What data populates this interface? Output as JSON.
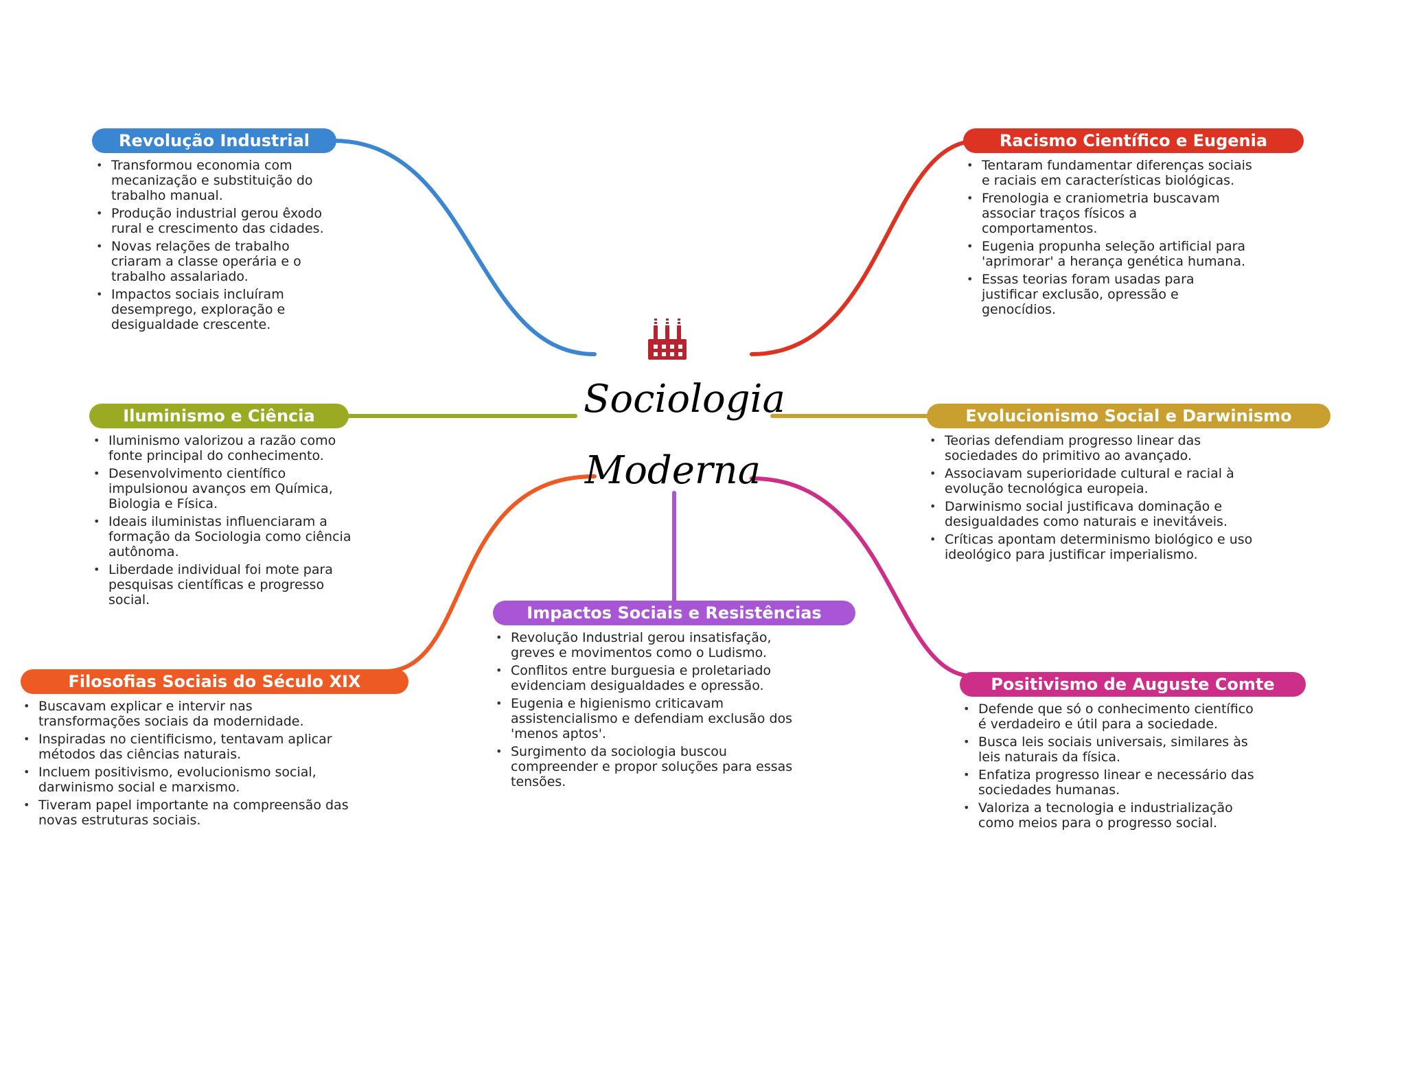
{
  "center": {
    "title_line1": "Sociologia",
    "title_line2": "Moderna",
    "icon": "factory-icon"
  },
  "colors": {
    "revolucao": "#3a86d0",
    "iluminismo": "#9aaa22",
    "filosofias": "#ee5a24",
    "impactos": "#a855d6",
    "racismo": "#dd3322",
    "evolucionismo": "#c9a030",
    "positivismo": "#cc2e88",
    "icon_red": "#b5242f"
  },
  "branches": {
    "revolucao": {
      "title": "Revolução Industrial",
      "items": [
        "Transformou economia com mecanização e substituição do trabalho manual.",
        "Produção industrial gerou êxodo rural e crescimento das cidades.",
        "Novas relações de trabalho criaram a classe operária e o trabalho assalariado.",
        "Impactos sociais incluíram desemprego, exploração e desigualdade crescente."
      ]
    },
    "iluminismo": {
      "title": "Iluminismo e Ciência",
      "items": [
        "Iluminismo valorizou a razão como fonte principal do conhecimento.",
        "Desenvolvimento científico impulsionou avanços em Química, Biologia e Física.",
        "Ideais iluministas influenciaram a formação da Sociologia como ciência autônoma.",
        "Liberdade individual foi mote para pesquisas científicas e progresso social."
      ]
    },
    "filosofias": {
      "title": "Filosofias Sociais do Século XIX",
      "items": [
        "Buscavam explicar e intervir nas transformações sociais da modernidade.",
        "Inspiradas no cientificismo, tentavam aplicar métodos das ciências naturais.",
        "Incluem positivismo, evolucionismo social, darwinismo social e marxismo.",
        "Tiveram papel importante na compreensão das novas estruturas sociais."
      ]
    },
    "impactos": {
      "title": "Impactos Sociais e Resistências",
      "items": [
        "Revolução Industrial gerou insatisfação, greves e movimentos como o Ludismo.",
        "Conflitos entre burguesia e proletariado evidenciam desigualdades e opressão.",
        "Eugenia e higienismo criticavam assistencialismo e defendiam exclusão dos 'menos aptos'.",
        "Surgimento da sociologia buscou compreender e propor soluções para essas tensões."
      ]
    },
    "racismo": {
      "title": "Racismo Científico e Eugenia",
      "items": [
        "Tentaram fundamentar diferenças sociais e raciais em características biológicas.",
        "Frenologia e craniometria buscavam associar traços físicos a comportamentos.",
        "Eugenia propunha seleção artificial para 'aprimorar' a herança genética humana.",
        "Essas teorias foram usadas para justificar exclusão, opressão e genocídios."
      ]
    },
    "evolucionismo": {
      "title": "Evolucionismo Social e Darwinismo",
      "items": [
        "Teorias defendiam progresso linear das sociedades do primitivo ao avançado.",
        "Associavam superioridade cultural e racial à evolução tecnológica europeia.",
        "Darwinismo social justificava dominação e desigualdades como naturais e inevitáveis.",
        "Críticas apontam determinismo biológico e uso ideológico para justificar imperialismo."
      ]
    },
    "positivismo": {
      "title": "Positivismo de Auguste Comte",
      "items": [
        "Defende que só o conhecimento científico é verdadeiro e útil para a sociedade.",
        "Busca leis sociais universais, similares às leis naturais da física.",
        "Enfatiza progresso linear e necessário das sociedades humanas.",
        "Valoriza a tecnologia e industrialização como meios para o progresso social."
      ]
    }
  }
}
